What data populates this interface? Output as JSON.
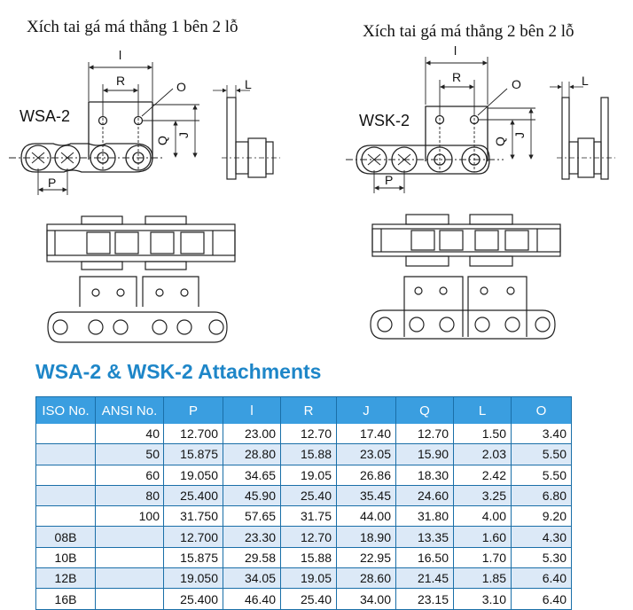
{
  "captions": {
    "left": "Xích tai gá má thẳng 1 bên 2 lỗ",
    "right": "Xích tai gá má thẳng 2 bên 2 lỗ"
  },
  "drawing_labels": {
    "wsa": "WSA-2",
    "wsk": "WSK-2",
    "l_upper": "l",
    "r": "R",
    "o": "O",
    "q": "Q",
    "j": "J",
    "p": "P",
    "l_side": "L"
  },
  "table": {
    "title": "WSA-2 & WSK-2 Attachments",
    "headers": [
      "ISO No.",
      "ANSI No.",
      "P",
      "l",
      "R",
      "J",
      "Q",
      "L",
      "O"
    ],
    "rows": [
      [
        "",
        "40",
        "12.700",
        "23.00",
        "12.70",
        "17.40",
        "12.70",
        "1.50",
        "3.40"
      ],
      [
        "",
        "50",
        "15.875",
        "28.80",
        "15.88",
        "23.05",
        "15.90",
        "2.03",
        "5.50"
      ],
      [
        "",
        "60",
        "19.050",
        "34.65",
        "19.05",
        "26.86",
        "18.30",
        "2.42",
        "5.50"
      ],
      [
        "",
        "80",
        "25.400",
        "45.90",
        "25.40",
        "35.45",
        "24.60",
        "3.25",
        "6.80"
      ],
      [
        "",
        "100",
        "31.750",
        "57.65",
        "31.75",
        "44.00",
        "31.80",
        "4.00",
        "9.20"
      ],
      [
        "08B",
        "",
        "12.700",
        "23.30",
        "12.70",
        "18.90",
        "13.35",
        "1.60",
        "4.30"
      ],
      [
        "10B",
        "",
        "15.875",
        "29.58",
        "15.88",
        "22.95",
        "16.50",
        "1.70",
        "5.30"
      ],
      [
        "12B",
        "",
        "19.050",
        "34.05",
        "19.05",
        "28.60",
        "21.45",
        "1.85",
        "6.40"
      ],
      [
        "16B",
        "",
        "25.400",
        "46.40",
        "25.40",
        "34.00",
        "23.15",
        "3.10",
        "6.40"
      ]
    ]
  }
}
